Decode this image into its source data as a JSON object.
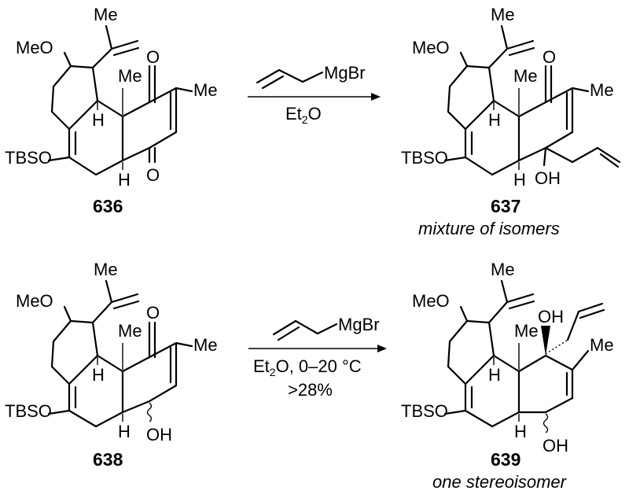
{
  "scheme": {
    "reaction_1": {
      "reagent": "MgBr",
      "conditions": "Et",
      "conditions_sub": "2",
      "conditions_tail": "O"
    },
    "reaction_2": {
      "reagent": "MgBr",
      "conditions": "Et",
      "conditions_sub": "2",
      "conditions_tail": "O, 0–20 °C",
      "yield": ">28%"
    },
    "compounds": {
      "c636": {
        "number": "636"
      },
      "c637": {
        "number": "637",
        "note": "mixture of isomers"
      },
      "c638": {
        "number": "638"
      },
      "c639": {
        "number": "639",
        "note": "one stereoisomer"
      }
    },
    "labels": {
      "me": "Me",
      "meo": "MeO",
      "tbso": "TBSO",
      "h": "H",
      "o": "O",
      "oh": "OH"
    }
  }
}
